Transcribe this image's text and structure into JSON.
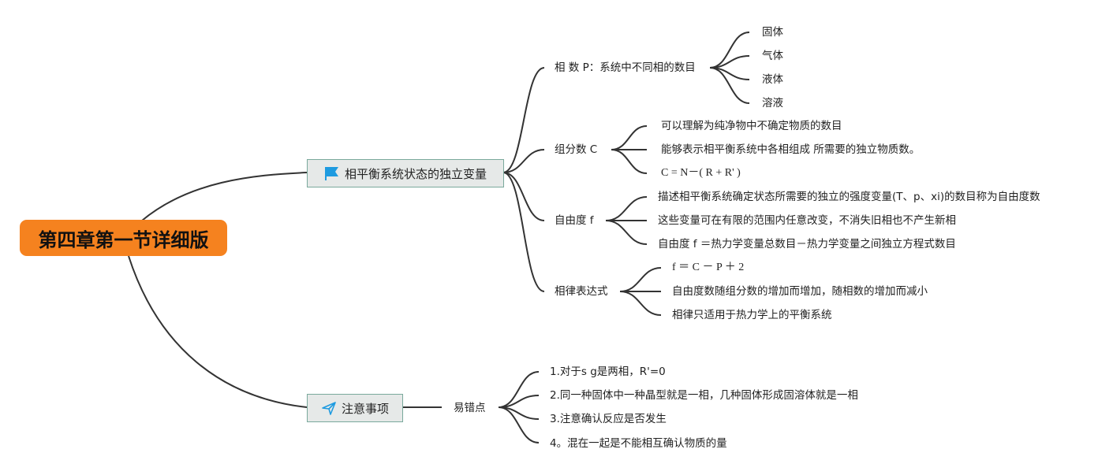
{
  "root": {
    "label": "第四章第一节详细版"
  },
  "branches": [
    {
      "label": "相平衡系统状态的独立变量",
      "icon": "flag-icon",
      "children": [
        {
          "label": "相 数 P：系统中不同相的数目",
          "children": [
            "固体",
            "气体",
            "液体",
            "溶液"
          ]
        },
        {
          "label": "组分数 C",
          "children": [
            "可以理解为纯净物中不确定物质的数目",
            "能够表示相平衡系统中各相组成 所需要的独立物质数。",
            "C = N－( R + R' )"
          ]
        },
        {
          "label": "自由度 f",
          "children": [
            "描述相平衡系统确定状态所需要的独立的强度变量(T、p、xi)的数目称为自由度数",
            "这些变量可在有限的范围内任意改变，不消失旧相也不产生新相",
            "自由度 f ＝热力学变量总数目－热力学变量之间独立方程式数目"
          ]
        },
        {
          "label": "相律表达式",
          "children": [
            "f ＝ C － P ＋ 2",
            "自由度数随组分数的增加而增加，随相数的增加而减小",
            "相律只适用于热力学上的平衡系统"
          ]
        }
      ]
    },
    {
      "label": "注意事项",
      "icon": "paper-plane-icon",
      "children": [
        {
          "label": "易错点",
          "children": [
            "1.对于s g是两相，R'=0",
            "2.同一种固体中一种晶型就是一相，几种固体形成固溶体就是一相",
            "3.注意确认反应是否发生",
            "4。混在一起是不能相互确认物质的量"
          ]
        }
      ]
    }
  ],
  "colors": {
    "root": "#f5821f",
    "branch_fill": "#e6e9e8",
    "branch_border": "#7aa99c",
    "icon": "#1e9be0",
    "line": "#333333"
  }
}
